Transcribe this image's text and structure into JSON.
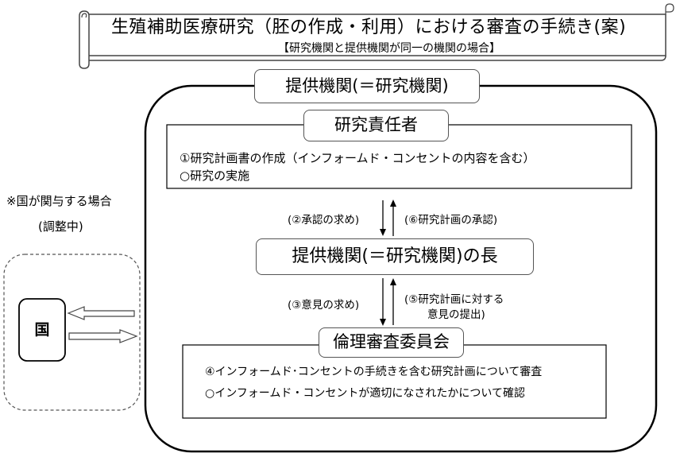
{
  "title": {
    "main": "生殖補助医療研究（胚の作成・利用）における審査の手続き(案)",
    "subtitle": "【研究機関と提供機関が同一の機関の場合】"
  },
  "institution": {
    "label": "提供機関(＝研究機関)"
  },
  "researcher": {
    "label": "研究責任者",
    "items": [
      "①研究計画書の作成（インフォームド・コンセントの内容を含む）",
      "○研究の実施"
    ]
  },
  "director": {
    "label": "提供機関(＝研究機関)の長"
  },
  "ethics_committee": {
    "label": "倫理審査委員会",
    "items": [
      "④インフォームド･コンセントの手続きを含む研究計画について審査",
      "○インフォームド・コンセントが適切になされたかについて確認"
    ]
  },
  "flows": {
    "request_approval": "(②承認の求め)",
    "approval": "(⑥研究計画の承認)",
    "request_opinion": "(③意見の求め)",
    "opinion_line1": "(⑤研究計画に対する",
    "opinion_line2": "意見の提出)"
  },
  "government": {
    "note_line1": "※国が関与する場合",
    "note_line2": "(調整中)",
    "label": "国"
  }
}
